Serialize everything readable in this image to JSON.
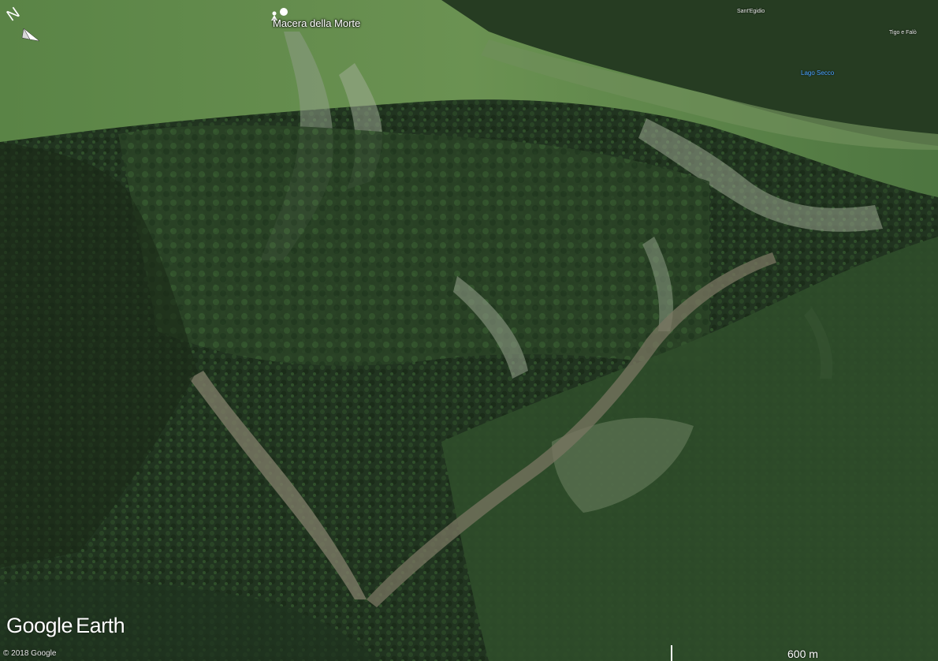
{
  "map": {
    "places": [
      {
        "label": "Macera della Morte",
        "kind": "summit"
      }
    ],
    "minor_labels": [
      {
        "label": "Sant'Egidio"
      },
      {
        "label": "Tigo e Falò"
      }
    ],
    "water_labels": [
      {
        "label": "Lago Secco"
      }
    ],
    "icons": [
      "person-pin-icon",
      "compass-north-arrow-icon"
    ]
  },
  "branding": {
    "word1": "Google",
    "word2": "Earth",
    "copyright": "© 2018 Google"
  },
  "scale": {
    "label": "600 m"
  },
  "compass": {
    "letter": "N"
  },
  "colors": {
    "forest_dark": "#1f2f1c",
    "forest_mid": "#2c4727",
    "meadow": "#5d8a48",
    "rock": "#9aa393",
    "lake_text": "#4aa3ff"
  }
}
